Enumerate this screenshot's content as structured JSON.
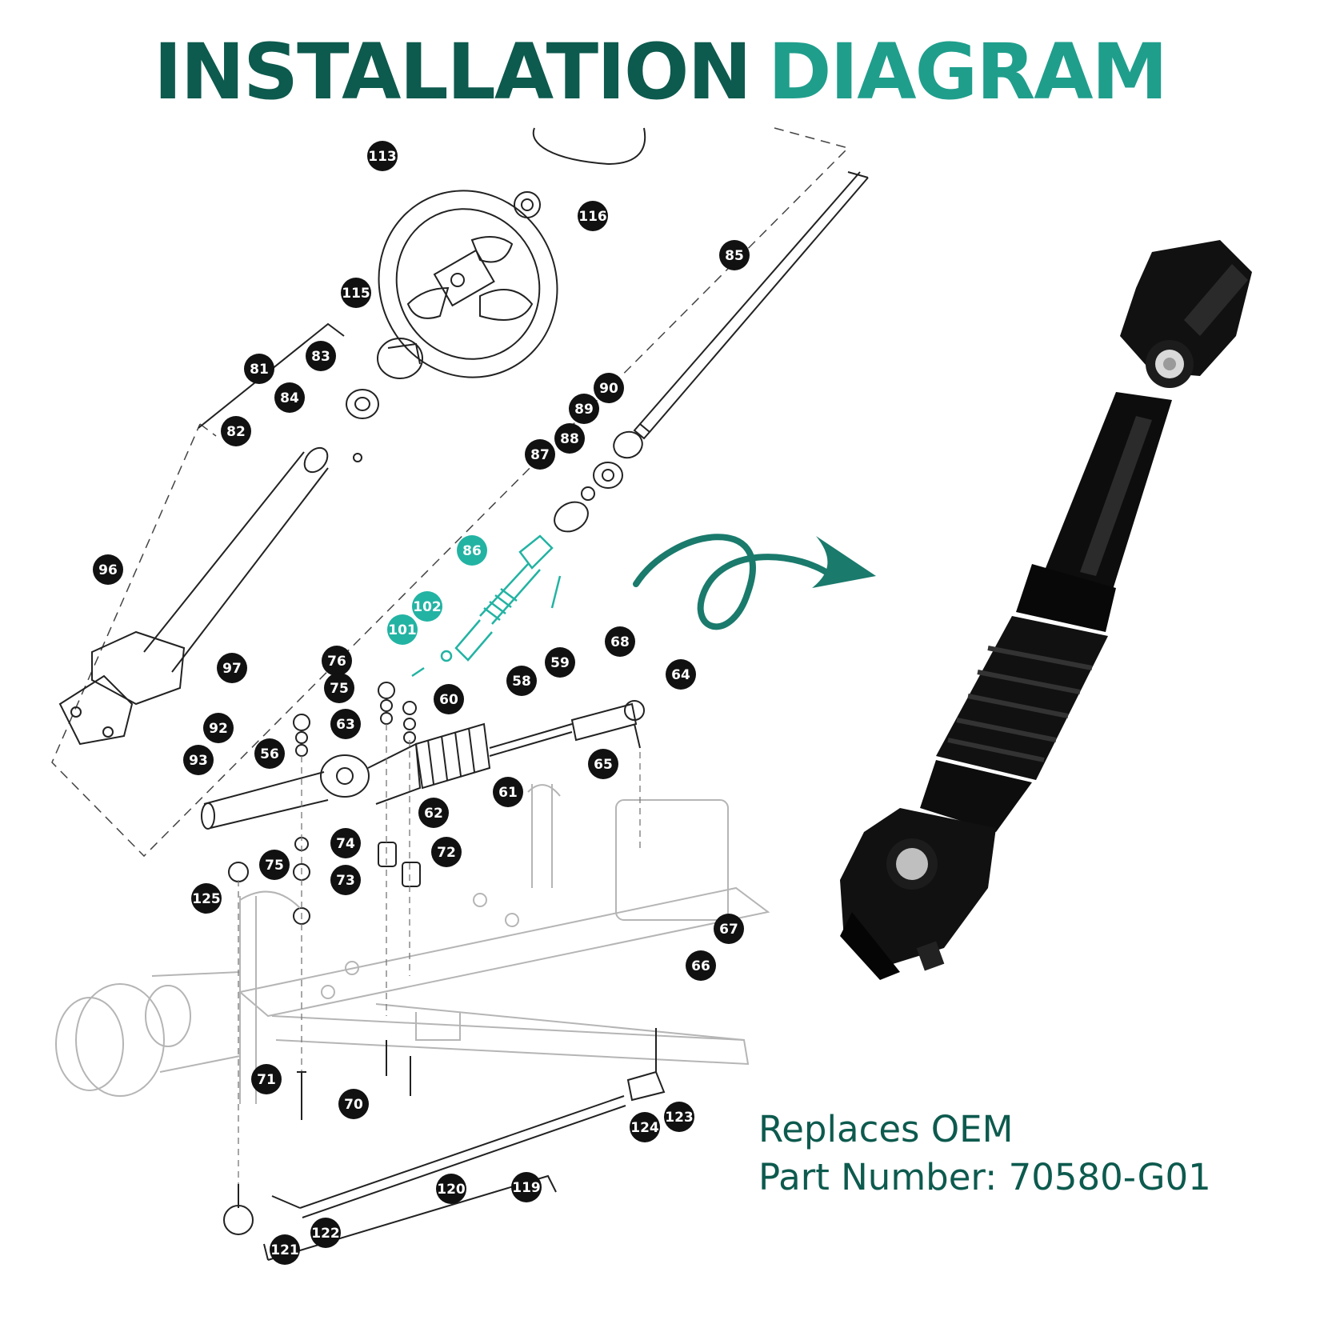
{
  "title": {
    "word1": "INSTALLATION",
    "word2": "DIAGRAM"
  },
  "colors": {
    "title_dark": "#0d5a4e",
    "title_light": "#1f9e8c",
    "highlight": "#22b3a3",
    "callout": "#111111",
    "arrow": "#1a7a6c"
  },
  "callouts": [
    {
      "label": "113"
    },
    {
      "label": "116"
    },
    {
      "label": "85"
    },
    {
      "label": "115"
    },
    {
      "label": "81"
    },
    {
      "label": "83"
    },
    {
      "label": "84"
    },
    {
      "label": "82"
    },
    {
      "label": "90"
    },
    {
      "label": "89"
    },
    {
      "label": "87"
    },
    {
      "label": "88"
    },
    {
      "label": "96"
    },
    {
      "label": "86",
      "highlight": true
    },
    {
      "label": "102",
      "highlight": true
    },
    {
      "label": "101",
      "highlight": true
    },
    {
      "label": "97"
    },
    {
      "label": "76"
    },
    {
      "label": "75"
    },
    {
      "label": "92"
    },
    {
      "label": "93"
    },
    {
      "label": "63"
    },
    {
      "label": "56"
    },
    {
      "label": "60"
    },
    {
      "label": "58"
    },
    {
      "label": "59"
    },
    {
      "label": "68"
    },
    {
      "label": "64"
    },
    {
      "label": "65"
    },
    {
      "label": "61"
    },
    {
      "label": "62"
    },
    {
      "label": "74"
    },
    {
      "label": "75"
    },
    {
      "label": "72"
    },
    {
      "label": "73"
    },
    {
      "label": "125"
    },
    {
      "label": "67"
    },
    {
      "label": "66"
    },
    {
      "label": "71"
    },
    {
      "label": "70"
    },
    {
      "label": "124"
    },
    {
      "label": "123"
    },
    {
      "label": "120"
    },
    {
      "label": "119"
    },
    {
      "label": "122"
    },
    {
      "label": "121"
    }
  ],
  "oem": {
    "line1": "Replaces OEM",
    "line2": "Part Number: 70580-G01"
  },
  "icons": {
    "arrow": "curly-arrow-icon",
    "product": "steering-shaft-photo"
  }
}
